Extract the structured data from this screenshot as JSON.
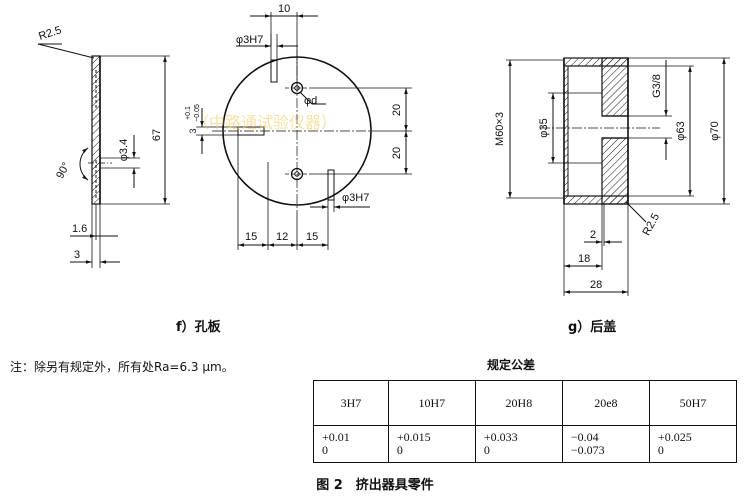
{
  "plate": {
    "caption": "f）孔板",
    "dims": {
      "r25": "R2.5",
      "d10": "10",
      "phi3h7_top": "φ3H7",
      "tol_upper": "+0.1",
      "tol_lower": "−0.05",
      "tol_base": "3",
      "phi_d": "φd",
      "d20a": "20",
      "d20b": "20",
      "phi34": "φ3.4",
      "d67": "67",
      "angle90": "90°",
      "d16": "1.6",
      "d3": "3",
      "d15a": "15",
      "d12": "12",
      "d15b": "15",
      "phi3h7_bottom": "φ3H7"
    }
  },
  "cover": {
    "caption": "g）后盖",
    "dims": {
      "m60": "M60×3",
      "phi35": "φ35",
      "g38": "G3/8",
      "phi63": "φ63",
      "phi70": "φ70",
      "r25": "R2.5",
      "d2": "2",
      "d18": "18",
      "d28": "28"
    }
  },
  "watermark": "（中路通试验仪器）",
  "note": "注：除另有规定外，所有处Ra=6.3 μm。",
  "tolerance_table": {
    "title": "规定公差",
    "headers": [
      "3H7",
      "10H7",
      "20H8",
      "20e8",
      "50H7"
    ],
    "upper": [
      "+0.01",
      "+0.015",
      "+0.033",
      "−0.04",
      "+0.025"
    ],
    "lower": [
      "0",
      "0",
      "0",
      "−0.073",
      "0"
    ]
  },
  "figure_title": "图 2　挤出器具零件"
}
